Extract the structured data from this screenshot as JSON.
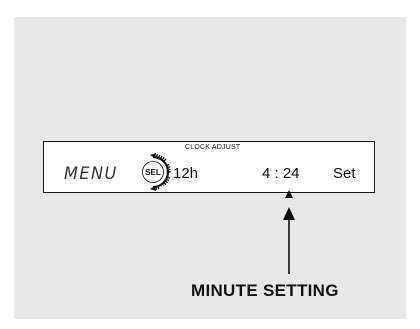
{
  "display": {
    "menu_label": "MENU",
    "sel_label": "SEL",
    "clock_adjust_label": "CLOCK ADJUST",
    "mode_label": "12h",
    "time_value": "4 : 24",
    "set_label": "Set"
  },
  "callout": {
    "label": "MINUTE SETTING"
  },
  "icons": {
    "knob": "sel-knob-icon",
    "marker": "triangle-up-icon",
    "arrow": "arrow-up-icon"
  },
  "colors": {
    "panel_background": "#e8e8e8",
    "display_background": "#ffffff",
    "ink": "#111111"
  }
}
